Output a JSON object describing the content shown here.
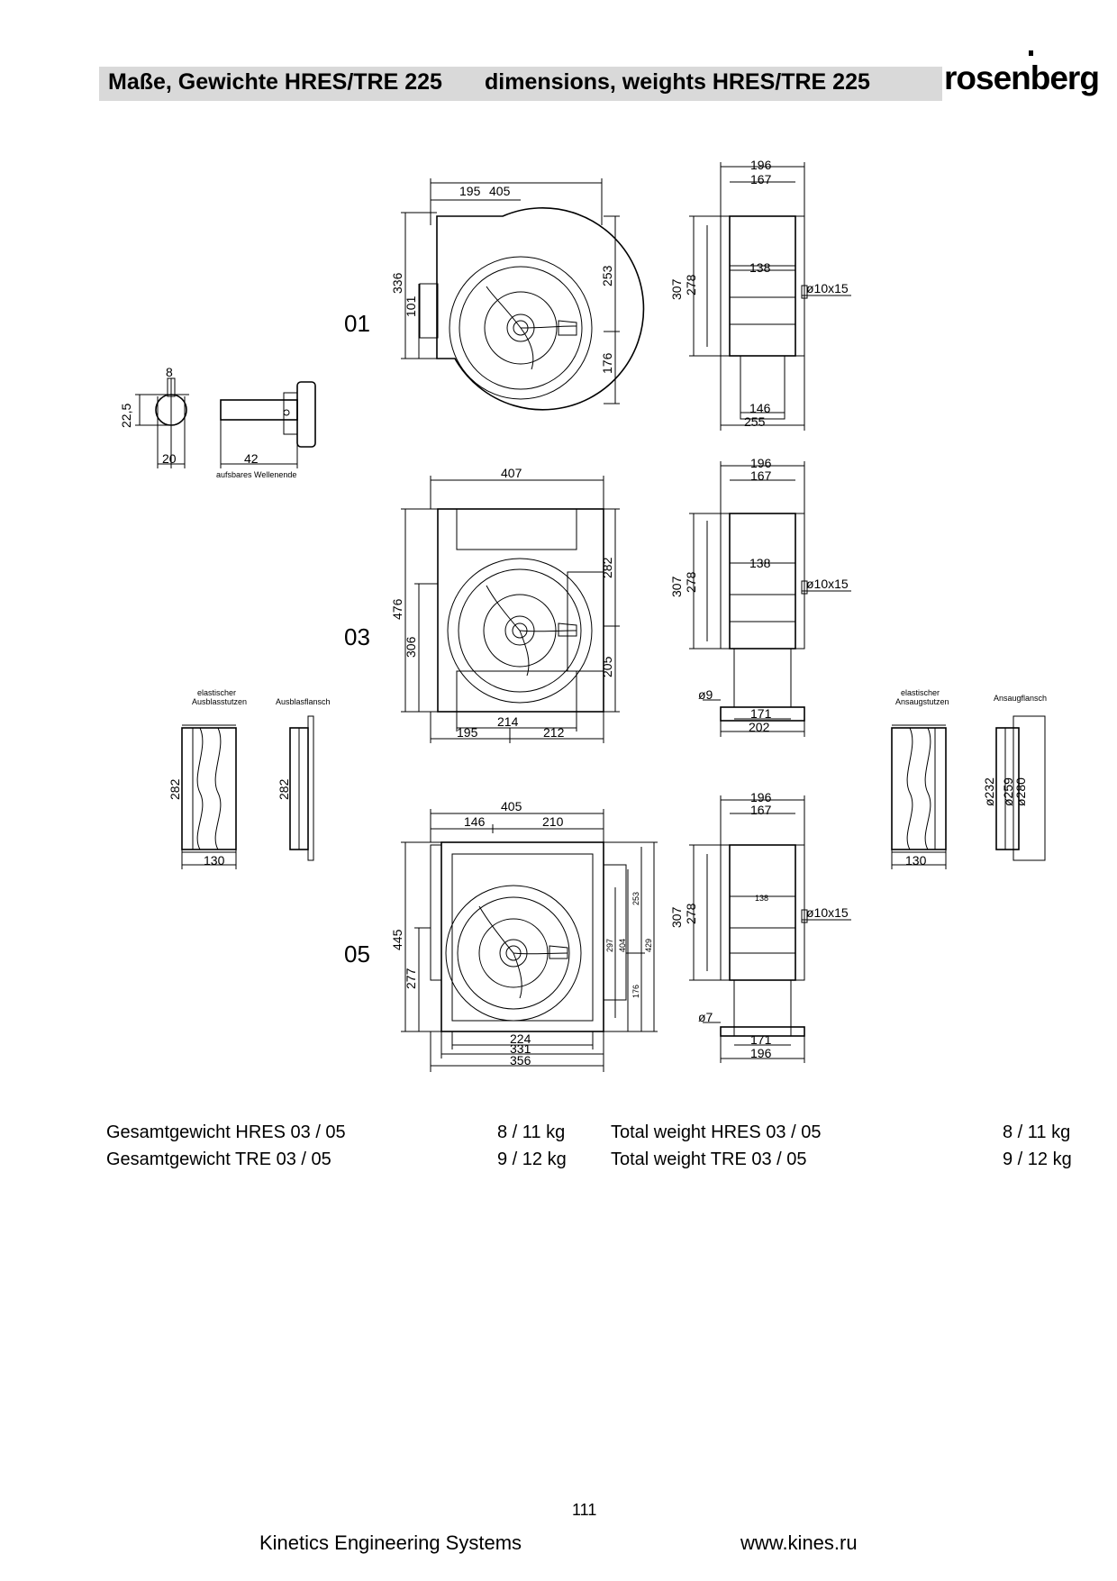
{
  "header": {
    "title_de": "Maße, Gewichte HRES/TRE 225",
    "title_en": "dimensions, weights HRES/TRE 225",
    "logo": "rosenberg"
  },
  "variants": {
    "v01": {
      "label": "01",
      "front": {
        "d405": "405",
        "d195": "195",
        "d336": "336",
        "d101": "101",
        "d253": "253",
        "d176": "176"
      },
      "side": {
        "d196": "196",
        "d167": "167",
        "d307": "307",
        "d278": "278",
        "d138": "138",
        "hole": "ø10x15",
        "d146": "146",
        "d255": "255"
      }
    },
    "v03": {
      "label": "03",
      "front": {
        "d407": "407",
        "d476": "476",
        "d306": "306",
        "d282": "282",
        "d205": "205",
        "d214": "214",
        "d195": "195",
        "d212": "212"
      },
      "side": {
        "d196": "196",
        "d167": "167",
        "d307": "307",
        "d278": "278",
        "d138": "138",
        "hole": "ø10x15",
        "d9": "ø9",
        "d171": "171",
        "d202": "202"
      }
    },
    "v05": {
      "label": "05",
      "front": {
        "d405": "405",
        "d146": "146",
        "d210": "210",
        "d445": "445",
        "d277": "277",
        "d297": "297",
        "d404": "404",
        "d253": "253",
        "d176": "176",
        "d429": "429",
        "d224": "224",
        "d331": "331",
        "d356": "356"
      },
      "side": {
        "d196": "196",
        "d167": "167",
        "d307": "307",
        "d278": "278",
        "d138": "138",
        "hole": "ø10x15",
        "d7": "ø7",
        "d171": "171",
        "d196b": "196"
      }
    }
  },
  "shaft": {
    "d8": "8",
    "d22_5": "22,5",
    "d20": "20",
    "d42": "42",
    "caption": "aufsbares Wellenende"
  },
  "outlet": {
    "elastic_caption_1": "elastischer",
    "elastic_caption_2": "Ausblasstutzen",
    "flange_caption": "Ausblasflansch",
    "d282a": "282",
    "d282b": "282",
    "d130": "130"
  },
  "inlet": {
    "elastic_caption_1": "elastischer",
    "elastic_caption_2": "Ansaugstutzen",
    "flange_caption": "Ansaugflansch",
    "d232": "ø232",
    "d259": "ø259",
    "d280": "ø280",
    "d130": "130"
  },
  "weights": {
    "de": [
      {
        "label": "Gesamtgewicht HRES 03 / 05",
        "value": "8 / 11 kg"
      },
      {
        "label": "Gesamtgewicht TRE 03 / 05",
        "value": "9 / 12 kg"
      }
    ],
    "en": [
      {
        "label": "Total weight HRES  03 / 05",
        "value": "8 / 11 kg"
      },
      {
        "label": "Total weight TRE 03 / 05",
        "value": "9 / 12 kg"
      }
    ]
  },
  "footer": {
    "page_number": "111",
    "company": "Kinetics Engineering Systems",
    "website": "www.kines.ru"
  }
}
